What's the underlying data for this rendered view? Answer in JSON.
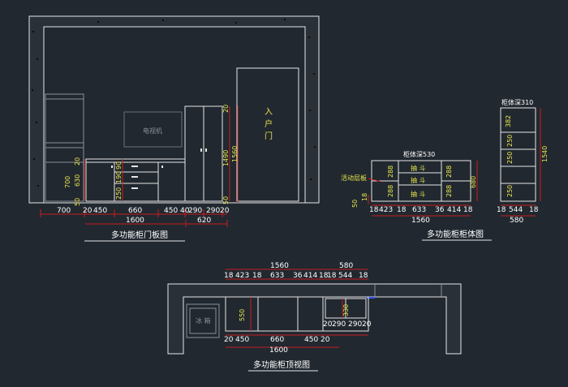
{
  "colors": {
    "background": "#212830",
    "line_white": "#e6e6e6",
    "line_gray": "#8a8f96",
    "dim_red": "#c81e1e",
    "text_yellow": "#e8e64a",
    "text_white": "#ffffff",
    "accent_blue": "#2b55ff"
  },
  "elevation": {
    "title": "多功能柜门板图",
    "tv_label": "电视机",
    "door_label_1": "入",
    "door_label_2": "户",
    "door_label_3": "门",
    "dims_bottom": [
      "700",
      "20",
      "450",
      "660",
      "450",
      "40",
      "290",
      "290",
      "20"
    ],
    "dim_1600": "1600",
    "dim_620": "620",
    "dims_left": [
      "20",
      "630",
      "700",
      "50"
    ],
    "dims_mid": [
      "90",
      "190",
      "250"
    ],
    "dims_right": [
      "20",
      "1490",
      "1560",
      "50"
    ]
  },
  "body_view": {
    "title": "多功能柜柜体图",
    "depth_label_left": "柜体深530",
    "depth_label_right": "柜体深310",
    "shelf_label": "活动层板",
    "drawer_1": "抽 斗",
    "drawer_2": "抽 斗",
    "drawer_3": "抽 斗",
    "dims_bottom_left": [
      "18",
      "423",
      "18",
      "633",
      "36",
      "414",
      "18"
    ],
    "dim_1560": "1560",
    "dims_bottom_right": [
      "18",
      "544",
      "18"
    ],
    "dim_580": "580",
    "dim_680": "680",
    "dims_left_288": [
      "288",
      "288"
    ],
    "dims_inner_288": [
      "288",
      "288"
    ],
    "dims_left_small": [
      "50",
      "18"
    ],
    "dims_tall": [
      "382",
      "250",
      "250",
      "250"
    ],
    "dim_1540": "1540"
  },
  "top_view": {
    "title": "多功能柜顶视图",
    "fridge_label": "冰 箱",
    "dim_1560": "1560",
    "dim_580": "580",
    "dims_top": [
      "18",
      "423",
      "18",
      "633",
      "36",
      "414",
      "18",
      "18",
      "544",
      "18"
    ],
    "dim_550": "550",
    "dim_330": "330",
    "dims_bottom": [
      "20",
      "450",
      "660",
      "450",
      "20",
      "20",
      "290",
      "290",
      "20"
    ],
    "dim_1600": "1600"
  }
}
